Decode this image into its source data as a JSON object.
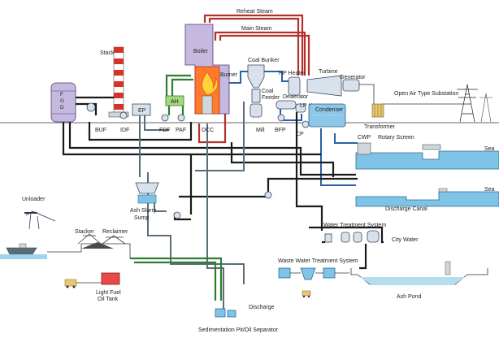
{
  "labels": {
    "reheat_steam": "Reheat Steam",
    "main_steam": "Main Steam",
    "boiler": "Boiler",
    "stack": "Stack",
    "coal_bunker": "Coal Bunker",
    "burner": "Burner",
    "coal_feeder_1": "Coal",
    "coal_feeder_2": "Feeder",
    "hp_heater": "HP Heater",
    "turbine": "Turbine",
    "generator": "Generator",
    "deaerator": "Deaerator",
    "lp_heater": "LP Heater",
    "condenser": "Condenser",
    "open_air_substation": "Open Air Type Substation",
    "transformer": "Transformer",
    "fgd": "FGD",
    "buf": "BUF",
    "idf": "IDF",
    "ep": "EP",
    "ah": "AH",
    "fdf": "FDF",
    "paf": "PAF",
    "dcc": "DCC",
    "mill": "Mill",
    "bfp": "BFP",
    "cp": "CP",
    "cwp": "CWP",
    "rotary_screen": "Rotary Screen",
    "sea_1": "Sea",
    "sea_2": "Sea",
    "discharge_canal": "Discharge Canal",
    "ash_slurry_sump_1": "Ash Slurry",
    "ash_slurry_sump_2": "Sump",
    "unloader": "Unloader",
    "stacker": "Stacker",
    "reclaimer": "Reclaimer",
    "water_treatment_system": "Water Treatment System",
    "city_water": "City Water",
    "light_fuel_oil_tank_1": "Light Fuel",
    "light_fuel_oil_tank_2": "Oil Tank",
    "waste_water_treatment_system": "Waste Water Treatment System",
    "discharge": "Discharge",
    "ash_pond": "Ash Pond",
    "sedimentation": "Sedimentation Pit/Oil Separator"
  },
  "colors": {
    "steam_red": "#b5302a",
    "water_blue": "#2b5fa8",
    "pipe_black": "#1a1a1a",
    "air_green": "#2e7d32",
    "boiler_violet": "#c6b9e0",
    "sea_blue": "#7fc3e6",
    "flame_orange": "#f05a28"
  }
}
